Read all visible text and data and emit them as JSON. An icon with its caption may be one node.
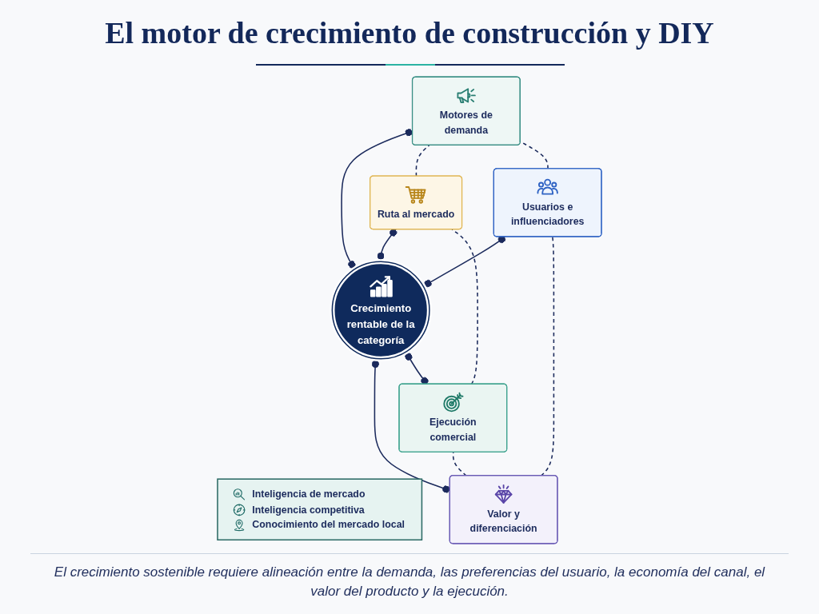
{
  "diagram": {
    "title": "El motor de crecimiento de construcción y DIY",
    "nodes": [
      {
        "text": [
          "Motores de demanda"
        ]
      },
      {
        "text": [
          "Usuarios e influenciadores"
        ]
      },
      {
        "text": [
          "Crecimiento rentable de la categoría"
        ]
      },
      {
        "text": [
          "Ruta al mercado"
        ]
      },
      {
        "text": [
          "Valor y diferenciación"
        ]
      },
      {
        "text": [
          "Ejecución comercial"
        ]
      },
      {
        "text": [
          "Inteligencia de mercado",
          "Inteligencia competitiva",
          "Conocimiento del mercado local"
        ]
      }
    ],
    "edges": [
      {
        "from": 2,
        "to": 0,
        "arrow": "other"
      },
      {
        "from": 2,
        "to": 1,
        "arrow": "other"
      },
      {
        "from": 2,
        "to": 3,
        "arrow": "other"
      },
      {
        "from": 4,
        "to": 2,
        "arrow": "other"
      },
      {
        "from": 5,
        "to": 2,
        "arrow": "other"
      },
      {
        "from": 3,
        "to": 0,
        "arrow": "none",
        "style": "dashed"
      },
      {
        "from": 5,
        "to": 3,
        "arrow": "none",
        "style": "dashed"
      },
      {
        "from": 4,
        "to": 5,
        "arrow": "none",
        "style": "dashed"
      },
      {
        "from": 4,
        "to": 1,
        "arrow": "none",
        "style": "dashed"
      },
      {
        "from": 1,
        "to": 0,
        "arrow": "none",
        "style": "dashed"
      }
    ],
    "caption": "El crecimiento sostenible requiere alineación entre la demanda, las preferencias del usuario, la economía del canal, el valor del producto y la ejecución."
  }
}
